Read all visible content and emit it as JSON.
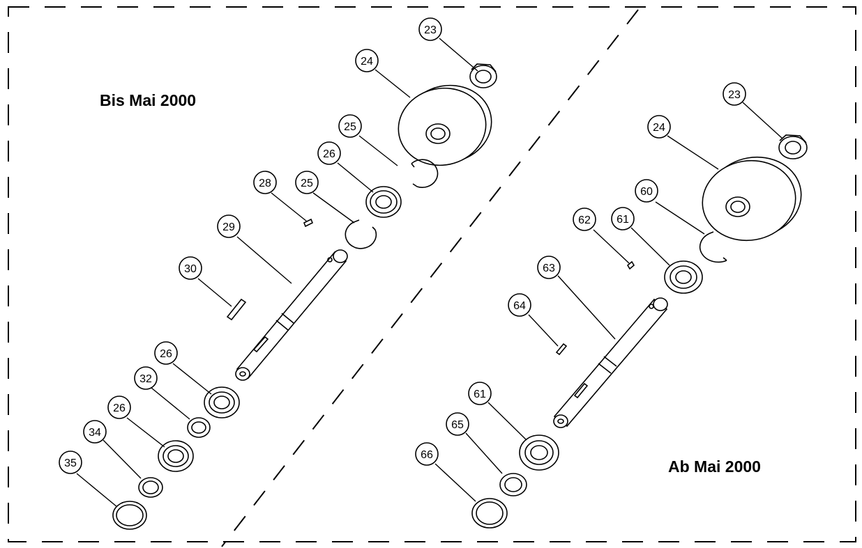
{
  "labels": {
    "before": "Bis Mai 2000",
    "after": "Ab Mai 2000"
  },
  "callouts": {
    "left": [
      "23",
      "24",
      "25",
      "26",
      "28",
      "25",
      "29",
      "30",
      "26",
      "32",
      "26",
      "34",
      "35"
    ],
    "right": [
      "23",
      "24",
      "60",
      "62",
      "61",
      "63",
      "64",
      "61",
      "65",
      "66"
    ]
  },
  "colors": {
    "line": "#000000",
    "background": "#ffffff"
  }
}
